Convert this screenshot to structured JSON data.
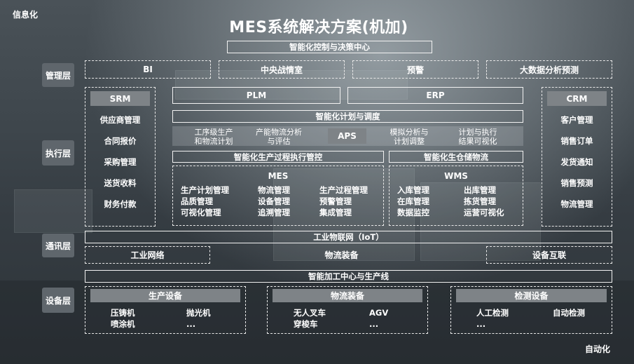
{
  "title": "MES系统解决方案(机加)",
  "corners": {
    "top_left": "信息化",
    "bottom_right": "自动化"
  },
  "layers": {
    "management": "管理层",
    "execution": "执行层",
    "communication": "通讯层",
    "equipment": "设备层"
  },
  "decision_center": "智能化控制与决策中心",
  "management_boxes": [
    "BI",
    "中央战情室",
    "预警",
    "大数据分析预测"
  ],
  "srm": {
    "title": "SRM",
    "items": [
      "供应商管理",
      "合同报价",
      "采购管理",
      "送货收料",
      "财务付款"
    ]
  },
  "crm": {
    "title": "CRM",
    "items": [
      "客户管理",
      "销售订单",
      "发货通知",
      "销售预测",
      "物流管理"
    ]
  },
  "plm": "PLM",
  "erp": "ERP",
  "planning": {
    "title": "智能化计划与调度",
    "aps": "APS",
    "items": [
      "工序级生产\n和物流计划",
      "产能物流分析\n与评估",
      "模拟分析与\n计划调整",
      "计划与执行\n结果可视化"
    ]
  },
  "mes": {
    "header": "智能化生产过程执行管控",
    "title": "MES",
    "col1": [
      "生产计划管理",
      "品质管理",
      "可视化管理"
    ],
    "col2": [
      "物流管理",
      "设备管理",
      "追溯管理"
    ],
    "col3": [
      "生产过程管理",
      "预警管理",
      "集成管理"
    ]
  },
  "wms": {
    "header": "智能化生仓储物流",
    "title": "WMS",
    "col1": [
      "入库管理",
      "在库管理",
      "数据监控"
    ],
    "col2": [
      "出库管理",
      "拣货管理",
      "运营可视化"
    ]
  },
  "iot": "工业物联网（IoT）",
  "comm_boxes": {
    "left": "工业网络",
    "middle": "物流装备",
    "right": "设备互联"
  },
  "machining_center": "智能加工中心与生产线",
  "equipment": [
    {
      "title": "生产设备",
      "col1": [
        "压铸机",
        "喷涂机"
      ],
      "col2": [
        "抛光机",
        "..."
      ]
    },
    {
      "title": "物流装备",
      "col1": [
        "无人叉车",
        "穿梭车"
      ],
      "col2": [
        "AGV",
        "..."
      ]
    },
    {
      "title": "检测设备",
      "col1": [
        "人工检测",
        "..."
      ],
      "col2": [
        "自动检测"
      ]
    }
  ],
  "colors": {
    "background": "#3e464c",
    "tag": "#5f666c",
    "bar": "#7e8387",
    "line": "#f2f2f2"
  }
}
